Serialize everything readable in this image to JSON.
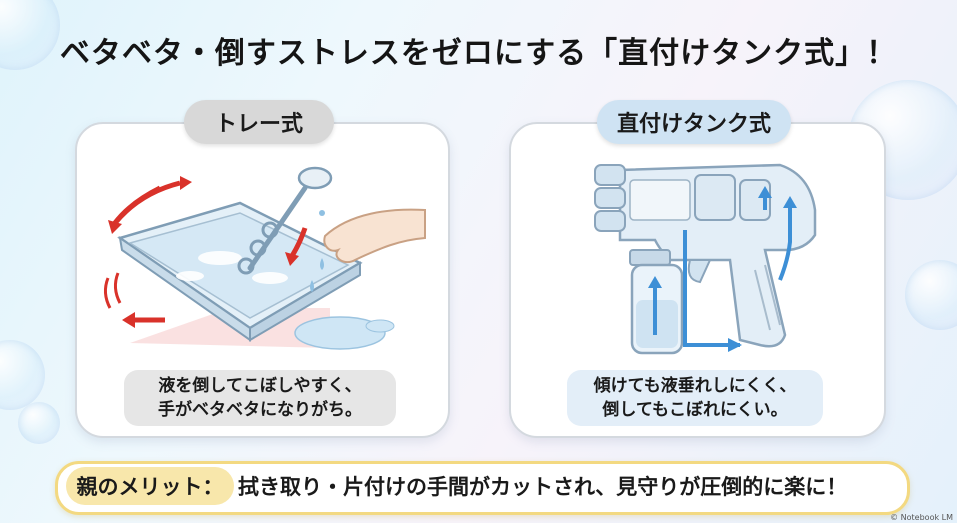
{
  "headline": "ベタベタ・倒すストレスをゼロにする「直付けタンク式」！",
  "left_panel": {
    "label": "トレー式",
    "caption_line1": "液を倒してこぼしやすく、",
    "caption_line2": "手がベタベタになりがち。"
  },
  "right_panel": {
    "label": "直付けタンク式",
    "caption_line1": "傾けても液垂れしにくく、",
    "caption_line2": "倒してもこぼれにくい。"
  },
  "merit": {
    "label": "親のメリット：",
    "text": "拭き取り・片付けの手間がカットされ、見守りが圧倒的に楽に！"
  },
  "credit": "© Notebook LM",
  "colors": {
    "accent_red": "#d9322a",
    "accent_blue": "#3d8fd6",
    "merit_border": "#f3d981",
    "merit_label_bg": "#f8e7ab"
  }
}
